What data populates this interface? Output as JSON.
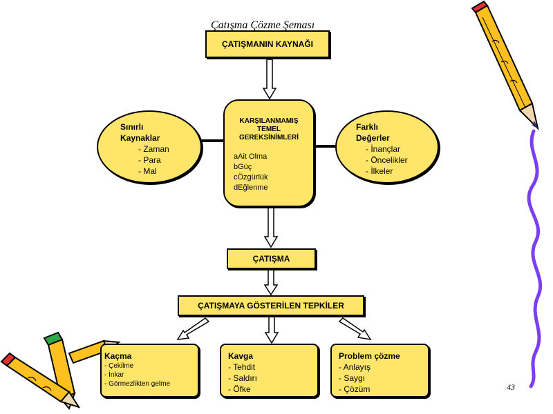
{
  "title": "Çatışma Çözme Şeması",
  "source": {
    "label": "ÇATIŞMANIN KAYNAĞI"
  },
  "limited_resources": {
    "heading": [
      "Sınırlı",
      "Kaynaklar"
    ],
    "items": [
      "- Zaman",
      "- Para",
      "- Mal"
    ]
  },
  "unmet_needs": {
    "heading": [
      "KARŞILANMAMIŞ",
      "TEMEL",
      "GEREKSİNİMLERİ"
    ],
    "items": [
      {
        "prefix": "a",
        "text": "Ait Olma"
      },
      {
        "prefix": "b",
        "text": "Güç"
      },
      {
        "prefix": "c",
        "text": "Özgürlük"
      },
      {
        "prefix": "d",
        "text": "Eğlenme"
      }
    ]
  },
  "different_values": {
    "heading": [
      "Farklı",
      "Değerler"
    ],
    "items": [
      "- İnançlar",
      "- Öncelikler",
      "- İlkeler"
    ]
  },
  "conflict": {
    "label": "ÇATIŞMA"
  },
  "responses": {
    "label": "ÇATIŞMAYA GÖSTERİLEN TEPKİLER"
  },
  "escape": {
    "heading": "Kaçma",
    "items": [
      "- Çekilme",
      "- İnkar",
      "- Görmezlikten gelme"
    ]
  },
  "fight": {
    "heading": "Kavga",
    "items": [
      "- Tehdit",
      "- Saldırı",
      "- Öfke"
    ]
  },
  "problem_solving": {
    "heading": "Problem çözme",
    "items": [
      "- Anlayış",
      "- Saygı",
      "- Çözüm"
    ]
  },
  "slide_number": "43",
  "colors": {
    "box_fill": "#ffe66a",
    "stroke": "#000000",
    "ribbon": "#7b3ff2",
    "pencil": "#ffc020"
  }
}
